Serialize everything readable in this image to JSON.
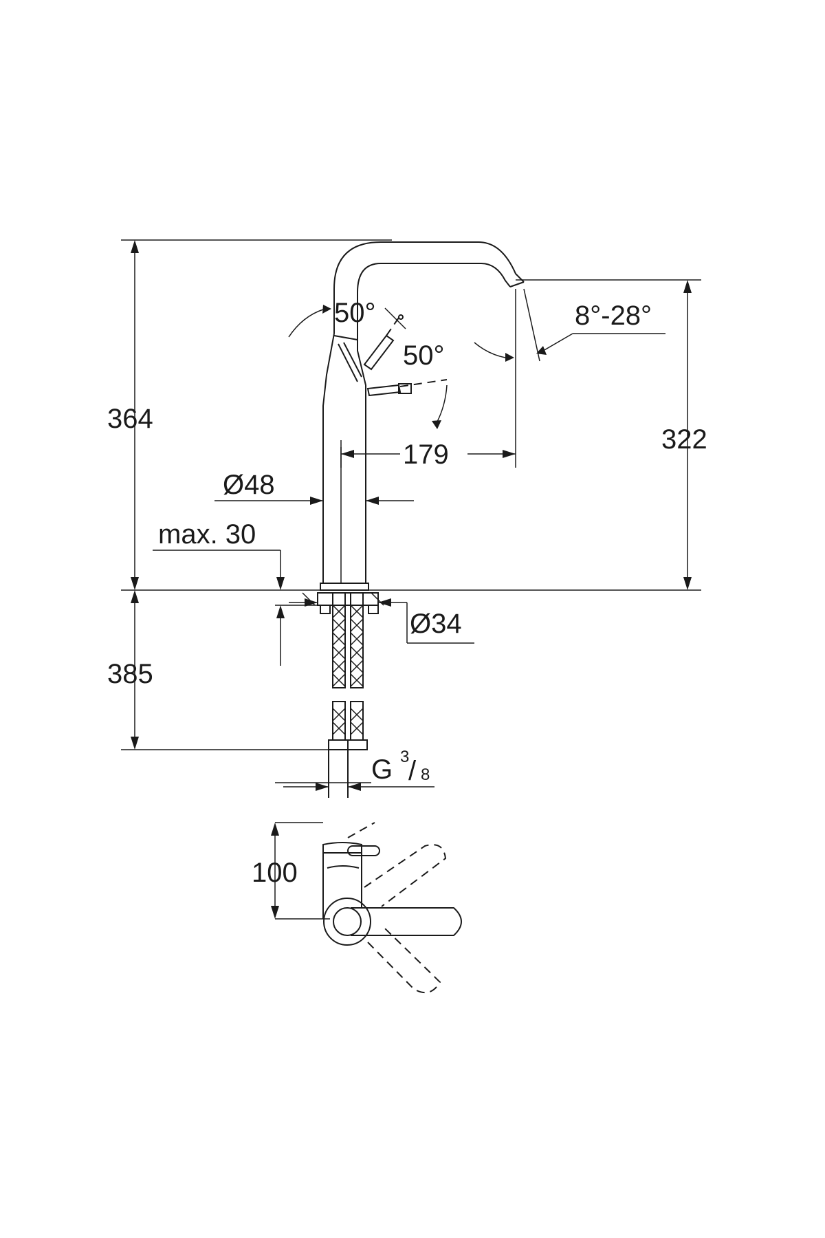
{
  "dimensions": {
    "total_height": "364",
    "spout_height": "322",
    "below_deck": "385",
    "spout_reach": "179",
    "body_diameter": "Ø48",
    "hole_diameter": "Ø34",
    "deck_thickness": "max. 30",
    "connection": "G",
    "connection_numerator": "3",
    "connection_slash": "/",
    "connection_denominator": "8",
    "spout_angle": "8°-28°",
    "lever_angle_top": "50°",
    "lever_angle_side": "50°",
    "top_view_depth": "100"
  },
  "colors": {
    "line": "#1a1a1a",
    "background": "#ffffff"
  }
}
